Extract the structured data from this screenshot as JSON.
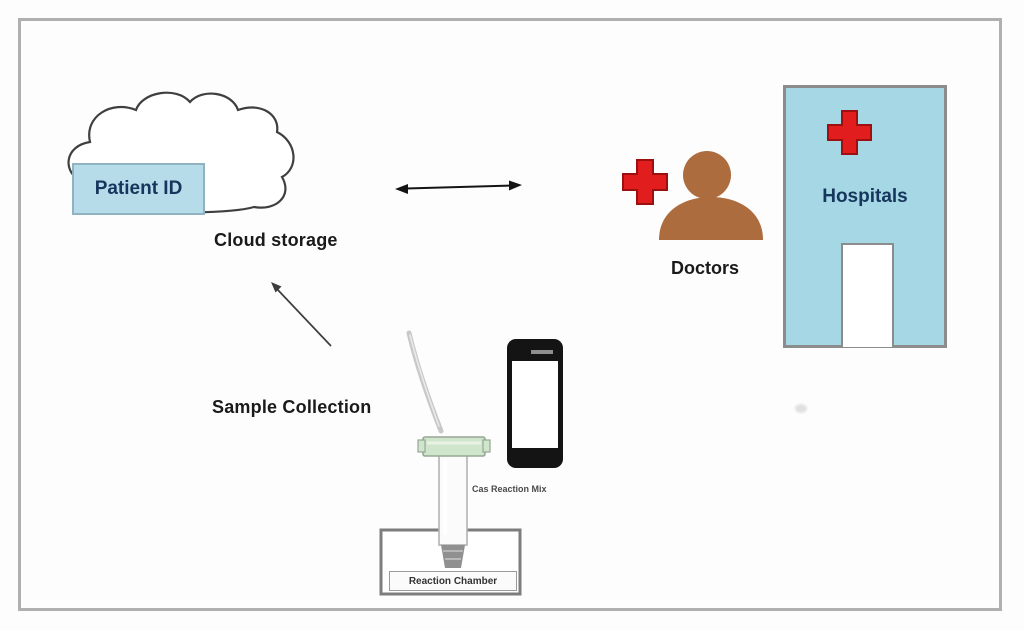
{
  "cloud": {
    "storage_label": "Cloud storage",
    "patient_box_label": "Patient ID"
  },
  "doctors": {
    "label": "Doctors"
  },
  "hospital": {
    "label": "Hospitals"
  },
  "sample": {
    "label": "Sample Collection"
  },
  "device": {
    "mix_label": "Cas Reaction Mix",
    "chamber_label": "Reaction Chamber"
  },
  "colors": {
    "building_blue": "#a5d8e4",
    "patient_box_blue": "#b6dbe9",
    "navy_text": "#17365d",
    "cross_red": "#e11d1d",
    "person_brown": "#ad6c3e",
    "cap_green": "#cfe5cc",
    "frame_gray": "#b0b0b0"
  }
}
